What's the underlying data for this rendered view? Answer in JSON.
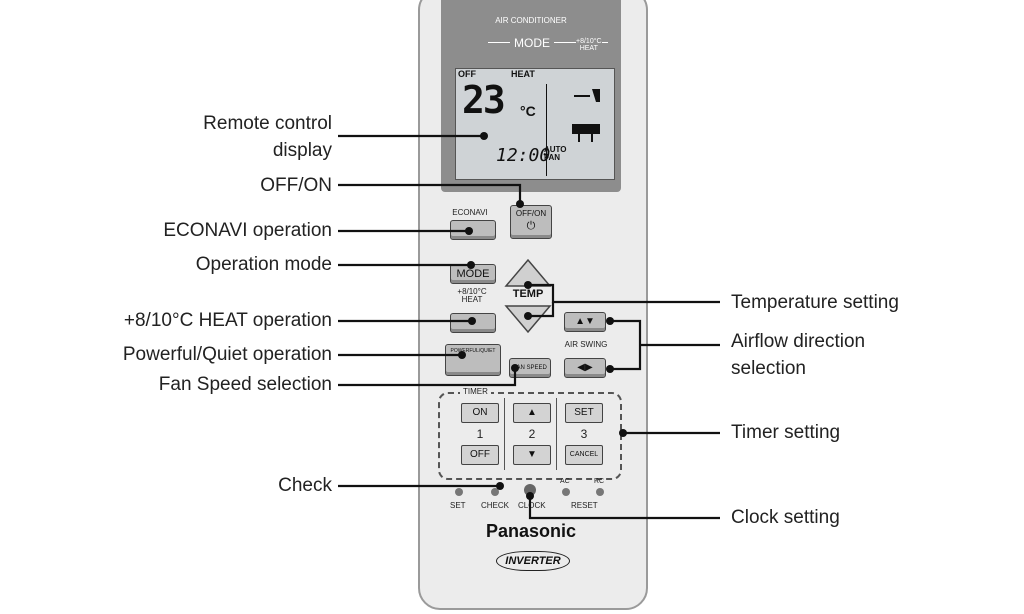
{
  "remote": {
    "header": "AIR CONDITIONER",
    "mode_label": "MODE",
    "mode_heat_label": "+8/10°C\nHEAT",
    "lcd": {
      "off_label": "OFF",
      "heat_label": "HEAT",
      "temperature": "23",
      "unit": "°C",
      "clock": "12:00",
      "fan_mode": "AUTO\nFAN"
    },
    "buttons": {
      "econavi_caption": "ECONAVI",
      "offon": "OFF/ON",
      "mode": "MODE",
      "heat_caption": "+8/10°C\nHEAT",
      "temp": "TEMP",
      "powerful_quiet": "POWERFUL/QUIET",
      "fan_speed": "FAN SPEED",
      "air_swing": "AIR SWING"
    },
    "timer": {
      "label": "TIMER",
      "on": "ON",
      "off": "OFF",
      "set": "SET",
      "cancel": "CANCEL",
      "col1": "1",
      "col2": "2",
      "col3": "3"
    },
    "bottom_labels": {
      "ac": "AC",
      "rc": "RC",
      "set": "SET",
      "check": "CHECK",
      "clock": "CLOCK",
      "reset": "RESET"
    },
    "brand": "Panasonic",
    "sub_brand": "INVERTER"
  },
  "callouts": {
    "display": "Remote control\ndisplay",
    "offon": "OFF/ON",
    "econavi": "ECONAVI operation",
    "mode": "Operation mode",
    "heat": "+8/10°C HEAT operation",
    "powerful_quiet": "Powerful/Quiet operation",
    "fan_speed": "Fan Speed selection",
    "check": "Check",
    "temperature": "Temperature setting",
    "airflow": "Airflow direction\nselection",
    "timer": "Timer setting",
    "clock": "Clock setting"
  },
  "colors": {
    "line": "#111111",
    "panel": "#8d8d8d",
    "lcd": "#cfd3d6",
    "button": "#bdbdbd",
    "body": "#ececec"
  }
}
